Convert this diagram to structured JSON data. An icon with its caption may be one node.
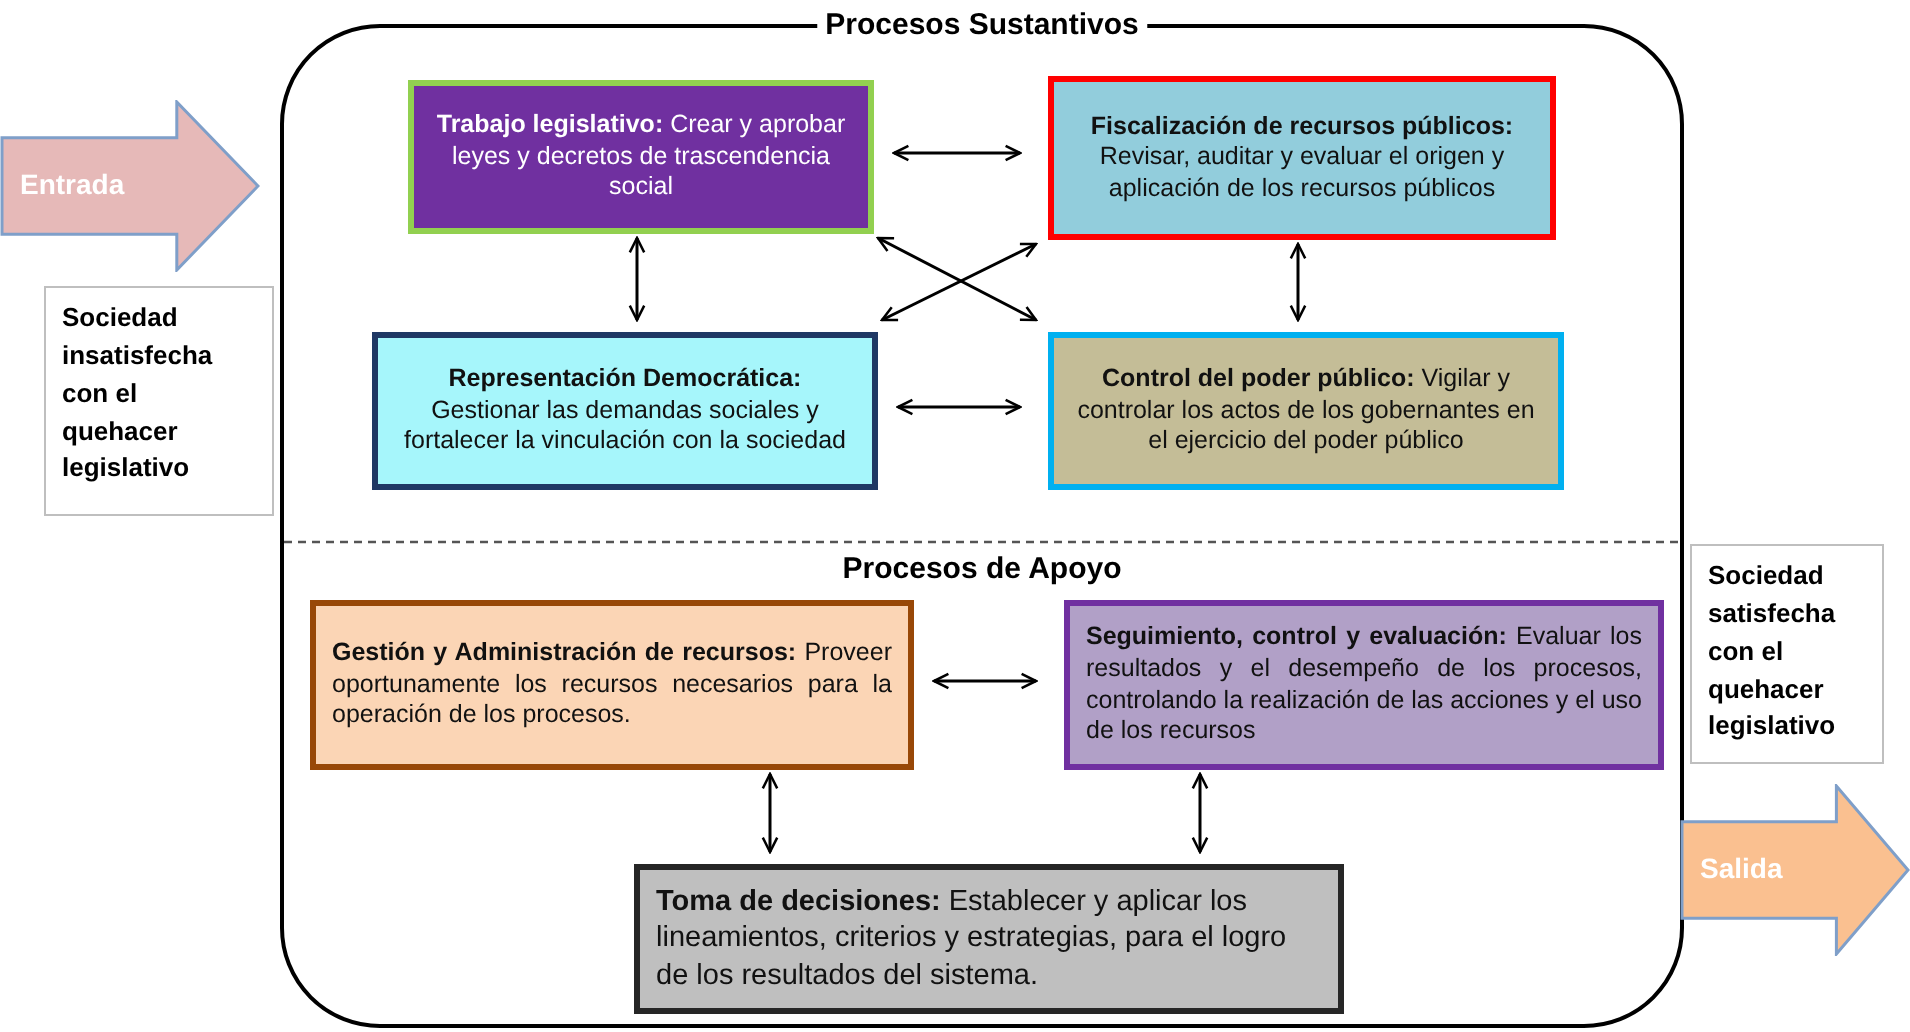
{
  "diagram": {
    "nodes": [
      {
        "text": [
          "Procesos Sustantivos",
          "Procesos de Apoyo"
        ]
      },
      {
        "text": [
          "**Trabajo legislativo:** Crear y aprobar leyes y decretos de trascendencia  social"
        ],
        "in": 0
      },
      {
        "text": [
          "**Fiscalización de recursos públicos:** Revisar, auditar y evaluar el origen y aplicación de los recursos públicos"
        ],
        "in": 0
      },
      {
        "text": [
          "**Representación Democrática:** Gestionar las demandas sociales y fortalecer la vinculación con la sociedad"
        ],
        "in": 0
      },
      {
        "text": [
          "**Control del poder público:** Vigilar y controlar los actos de los gobernantes en el ejercicio  del poder público"
        ],
        "in": 0
      },
      {
        "text": [
          "**Gestión y Administración de recursos:** Proveer oportunamente los recursos necesarios para la operación de los procesos."
        ],
        "in": 0
      },
      {
        "text": [
          "**Seguimiento, control y evaluación:** Evaluar los resultados y el desempeño de los procesos, controlando la realización de las acciones y el uso de los recursos"
        ],
        "in": 0
      },
      {
        "text": [
          "**Toma de decisiones:** Establecer y aplicar los lineamientos, criterios y estrategias, para el logro de los resultados del sistema."
        ],
        "in": 0
      },
      {
        "text": [
          "Entrada"
        ]
      },
      {
        "text": [
          "Sociedad insatisfecha con el quehacer legislativo"
        ]
      },
      {
        "text": [
          "Sociedad satisfecha con el quehacer legislativo"
        ]
      },
      {
        "text": [
          "Salida"
        ]
      }
    ],
    "edges": [
      {
        "from": 1,
        "to": 2,
        "arrow": "both"
      },
      {
        "from": 1,
        "to": 3,
        "arrow": "both"
      },
      {
        "from": 2,
        "to": 4,
        "arrow": "both"
      },
      {
        "from": 1,
        "to": 4,
        "arrow": "both"
      },
      {
        "from": 3,
        "to": 2,
        "arrow": "both"
      },
      {
        "from": 3,
        "to": 4,
        "arrow": "both"
      },
      {
        "from": 5,
        "to": 6,
        "arrow": "both"
      },
      {
        "from": 5,
        "to": 7,
        "arrow": "both"
      },
      {
        "from": 6,
        "to": 7,
        "arrow": "both"
      }
    ]
  }
}
